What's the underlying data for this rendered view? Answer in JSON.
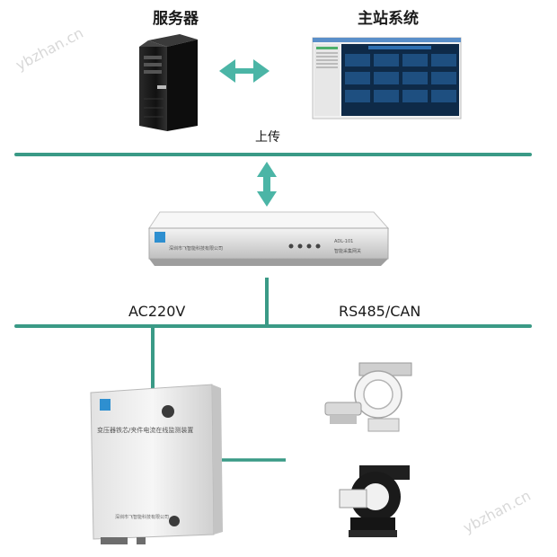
{
  "labels": {
    "server": "服务器",
    "master_station": "主站系统",
    "upload": "上传",
    "ac": "AC220V",
    "bus": "RS485/CAN"
  },
  "device_text": {
    "gateway_brand": "深圳市飞智能科技有限公司",
    "gateway_model": "ADL-101",
    "gateway_name": "智能采集网关",
    "cabinet_title": "变压器铁芯/夹件电流在线监测装置",
    "cabinet_company": "深圳市飞智能科技有限公司"
  },
  "watermark": "ybzhan.cn",
  "colors": {
    "line": "#3a9a86",
    "arrow": "#4bb5a6",
    "device_light": "#e8e8e8"
  }
}
